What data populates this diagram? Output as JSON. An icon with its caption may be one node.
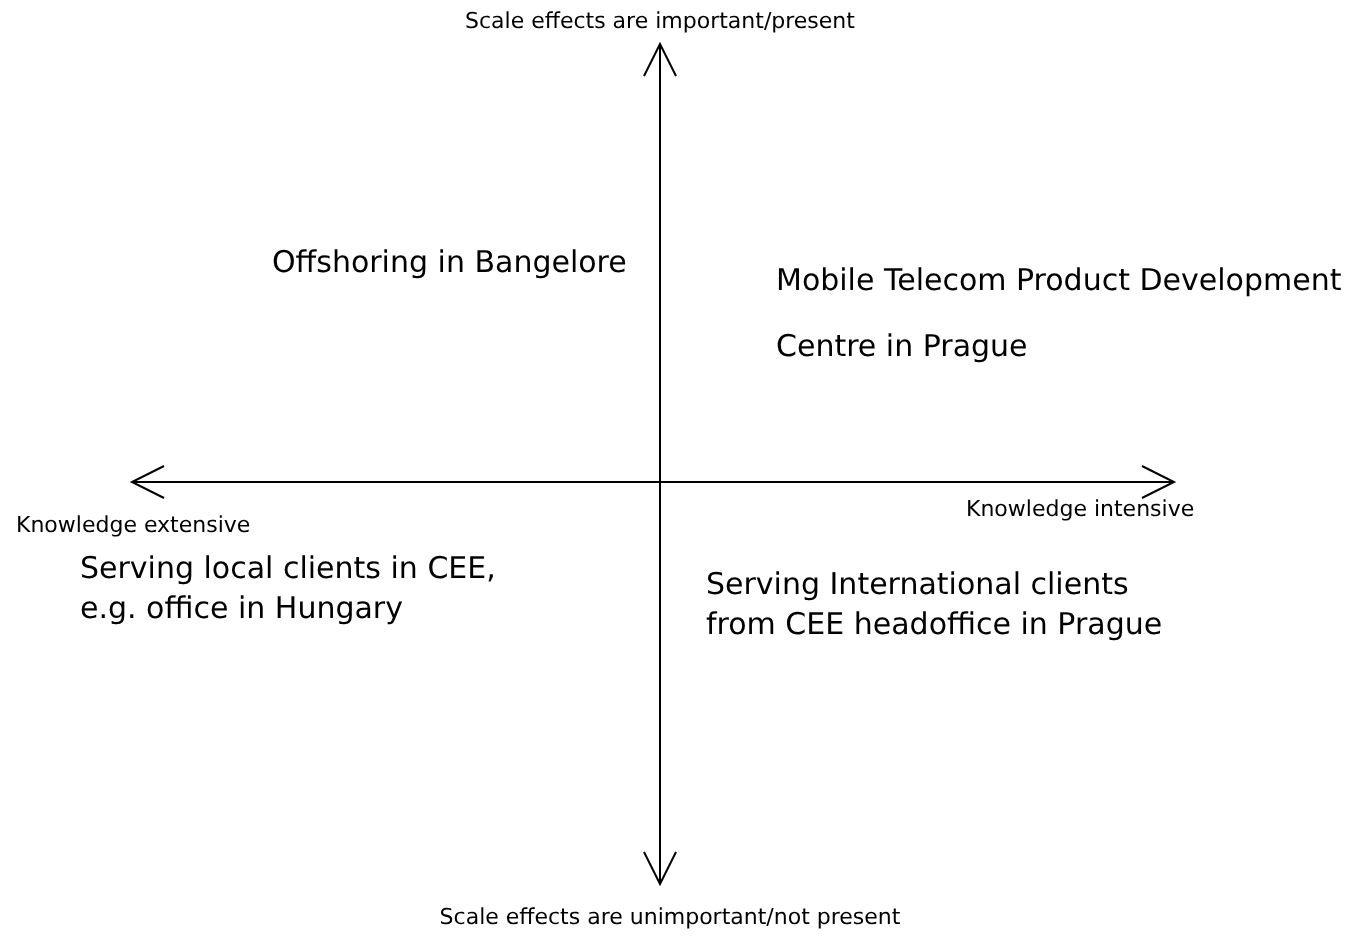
{
  "diagram": {
    "labels": [
      "Scale effects are important/present",
      "Offshoring in Bangelore",
      "Mobile Telecom Product Development Centre in Prague",
      "Knowledge extensive",
      "Knowledge intensive",
      "Serving local clients in CEE, e.g. office in Hungary",
      "Serving International clients from CEE headoffice in Prague",
      "Scale effects are unimportant/not present"
    ]
  }
}
